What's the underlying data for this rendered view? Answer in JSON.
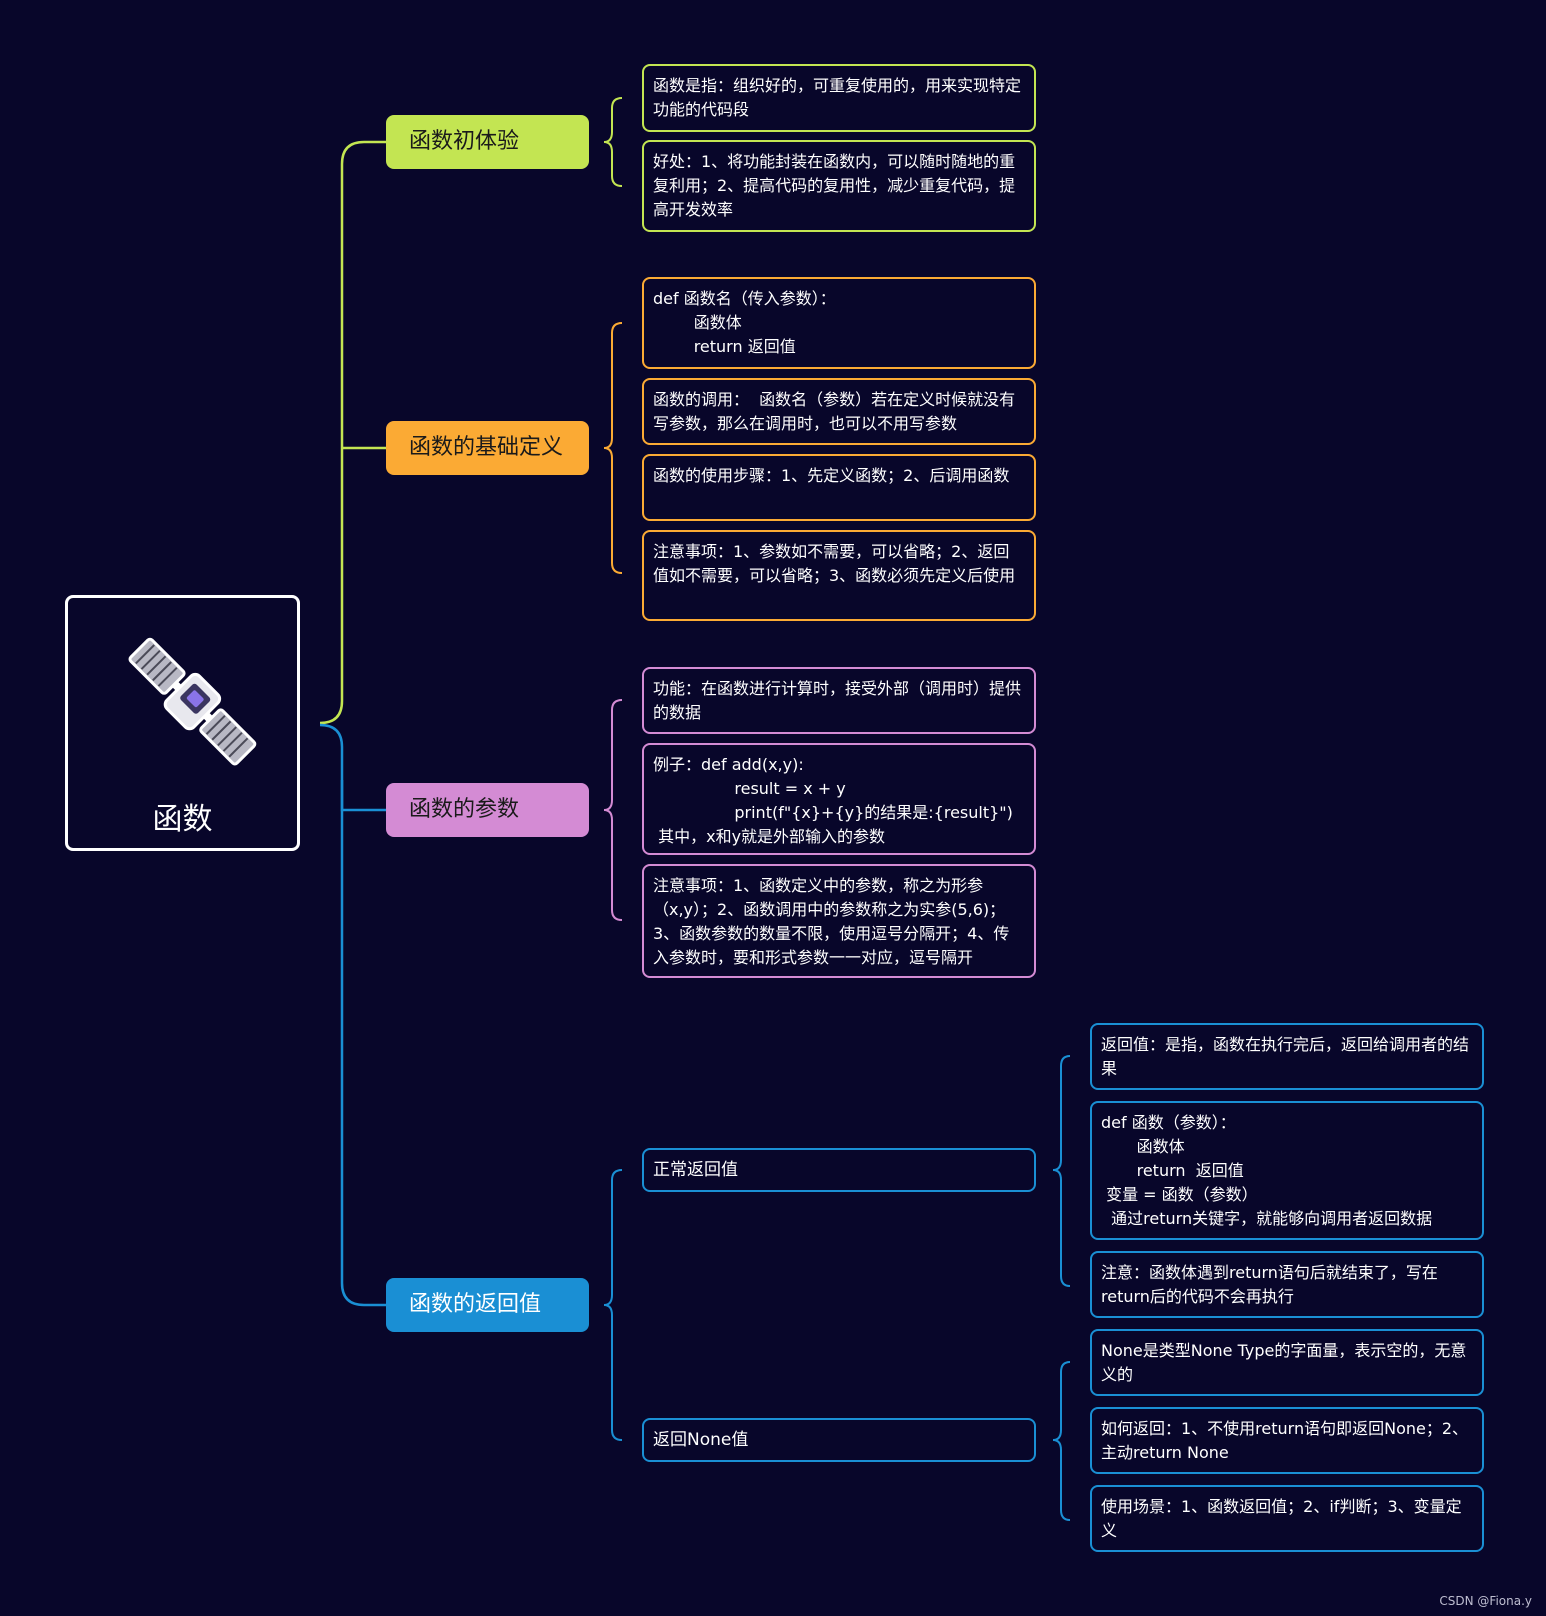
{
  "colors": {
    "background": "#08062a",
    "green": "#c3e552",
    "orange": "#fbaa34",
    "purple": "#d48bd4",
    "blue": "#1a8fd4"
  },
  "root": {
    "label": "函数",
    "icon": "satellite-icon"
  },
  "branches": {
    "intro": {
      "label": "函数初体验",
      "notes": [
        "函数是指：组织好的，可重复使用的，用来实现特定功能的代码段",
        "好处：1、将功能封装在函数内，可以随时随地的重复利用；2、提高代码的复用性，减少重复代码，提高开发效率"
      ]
    },
    "definition": {
      "label": "函数的基础定义",
      "notes": [
        "def 函数名（传入参数）：\n        函数体\n        return 返回值",
        "函数的调用：  函数名（参数）若在定义时候就没有写参数，那么在调用时，也可以不用写参数",
        "函数的使用步骤：1、先定义函数；2、后调用函数",
        "注意事项：1、参数如不需要，可以省略；2、返回值如不需要，可以省略；3、函数必须先定义后使用"
      ]
    },
    "params": {
      "label": "函数的参数",
      "notes": [
        "功能：在函数进行计算时，接受外部（调用时）提供的数据",
        "例子：def add(x,y):\n                result = x + y\n                print(f\"{x}+{y}的结果是:{result}\")\n 其中，x和y就是外部输入的参数",
        "注意事项：1、函数定义中的参数，称之为形参（x,y）；2、函数调用中的参数称之为实参(5,6)；3、函数参数的数量不限，使用逗号分隔开；4、传入参数时，要和形式参数一一对应，逗号隔开"
      ]
    },
    "return": {
      "label": "函数的返回值",
      "normal": {
        "label": "正常返回值",
        "notes": [
          "返回值：是指，函数在执行完后，返回给调用者的结果",
          "def 函数（参数）：\n       函数体\n       return  返回值\n 变量 = 函数（参数）\n  通过return关键字，就能够向调用者返回数据",
          "注意：函数体遇到return语句后就结束了，写在return后的代码不会再执行"
        ]
      },
      "none": {
        "label": "返回None值",
        "notes": [
          "None是类型None Type的字面量，表示空的，无意义的",
          "如何返回：1、不使用return语句即返回None；2、主动return None",
          "使用场景：1、函数返回值；2、if判断；3、变量定义"
        ]
      }
    }
  },
  "watermark": "CSDN @Fiona.y"
}
